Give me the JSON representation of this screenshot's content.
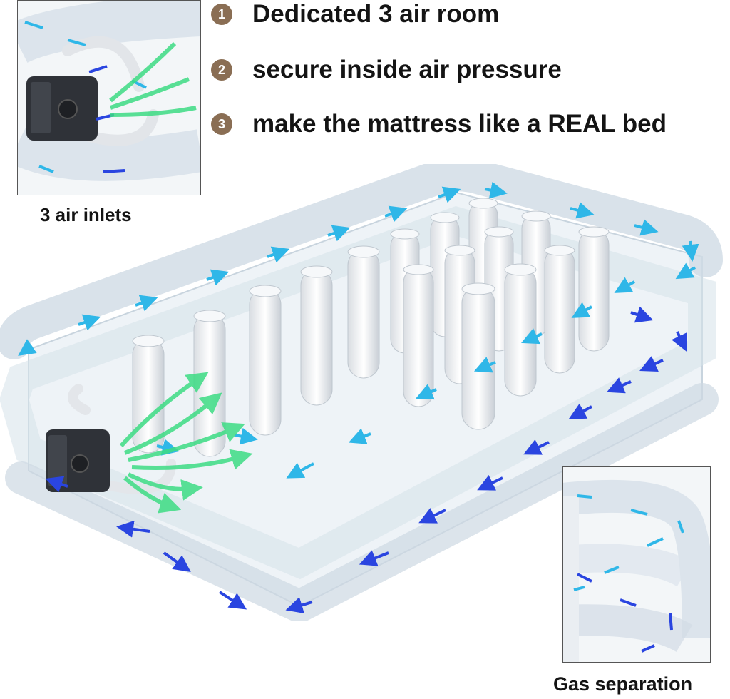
{
  "features": [
    {
      "num": "1",
      "text": "Dedicated 3 air room"
    },
    {
      "num": "2",
      "text": "secure inside air pressure"
    },
    {
      "num": "3",
      "text": "make the mattress like a REAL bed"
    }
  ],
  "captions": {
    "air_inlets": "3 air inlets",
    "gas_separation": "Gas separation"
  },
  "colors": {
    "number_badge": "#8a6e54",
    "arrow_light": "#2fb7e8",
    "arrow_dark": "#2a45e0",
    "arrow_green": "#3ddc84",
    "mattress_tint": "#dde8f0",
    "pump": "#2f3238"
  }
}
